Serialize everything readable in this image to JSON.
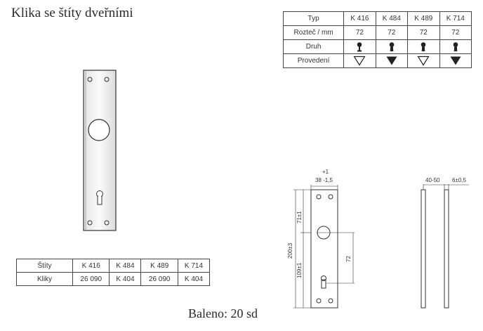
{
  "title": "Klika se štíty dveřními",
  "footer": "Baleno: 20 sd",
  "spec_table": {
    "row_labels": {
      "typ": "Typ",
      "roztec": "Rozteč / mm",
      "druh": "Druh",
      "provedeni": "Provedení"
    },
    "columns": [
      {
        "type": "K 416",
        "spacing": "72",
        "keyhole": "figure-key",
        "finish": "outline"
      },
      {
        "type": "K 484",
        "spacing": "72",
        "keyhole": "standard",
        "finish": "filled"
      },
      {
        "type": "K 489",
        "spacing": "72",
        "keyhole": "standard",
        "finish": "outline"
      },
      {
        "type": "K 714",
        "spacing": "72",
        "keyhole": "standard",
        "finish": "filled"
      }
    ]
  },
  "bottom_table": {
    "row_labels": {
      "stity": "Štíty",
      "kliky": "Kliky"
    },
    "columns": [
      {
        "stit": "K 416",
        "klika": "26 090"
      },
      {
        "stit": "K 484",
        "klika": "K 404"
      },
      {
        "stit": "K 489",
        "klika": "26 090"
      },
      {
        "stit": "K 714",
        "klika": "K 404"
      }
    ]
  },
  "drawing": {
    "tolerance_top": "+1",
    "width_dim": "38 -1,5",
    "height_total": "200±3",
    "upper_dim": "71±1",
    "lower_dim": "109±1",
    "spacing_dim": "72",
    "side_dim_1": "40-50",
    "side_dim_2": "6±0,5"
  },
  "colors": {
    "ink": "#333333",
    "plate_fill": "#f6f6f6"
  }
}
